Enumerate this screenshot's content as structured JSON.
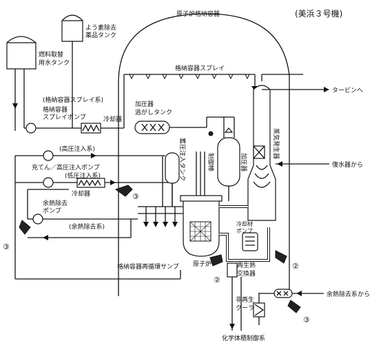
{
  "title": "(美浜３号機)",
  "labels": {
    "containment_vessel": "原子炉格納容器",
    "containment_spray": "格納容器スプレイ",
    "iodine_tank": [
      "よう素除去",
      "薬品タンク"
    ],
    "refueling_tank": [
      "燃料取替",
      "用水タンク"
    ],
    "spray_system": "(格納容器スプレイ系)",
    "spray_pump": [
      "格納容器",
      "スプレイポンプ"
    ],
    "cooler": "冷却器",
    "pressurizer_relief_tank": [
      "加圧器",
      "逃がしタンク"
    ],
    "pressurizer": "加圧器",
    "steam_generator": "蒸気発生器",
    "to_turbine": "タービンへ",
    "from_condensate": "復水器から",
    "high_pressure_system": "(高圧注入系)",
    "charging_pump": "充てん／高圧注入ポンプ",
    "low_pressure_system": "(低圧注入系)",
    "accumulator_tank": "蓄圧注入タンク",
    "control_rod": "制御棒",
    "rhr_pump": [
      "余熱除去",
      "ポンプ"
    ],
    "cooler2": "冷却器",
    "rhr_system": "(余熱除去系)",
    "reactor": "原子炉",
    "coolant_pump": [
      "冷却材",
      "ポンプ"
    ],
    "sump": "格納容器再循環サンプ",
    "regen_hx": [
      "再生熱",
      "交換器"
    ],
    "nonregen_cooler": [
      "非再生",
      "クーラ"
    ],
    "from_rhr": "余熱除去系から",
    "cvcs": "化学体積制御系"
  },
  "markers": {
    "m2": "②",
    "m3": "③"
  }
}
